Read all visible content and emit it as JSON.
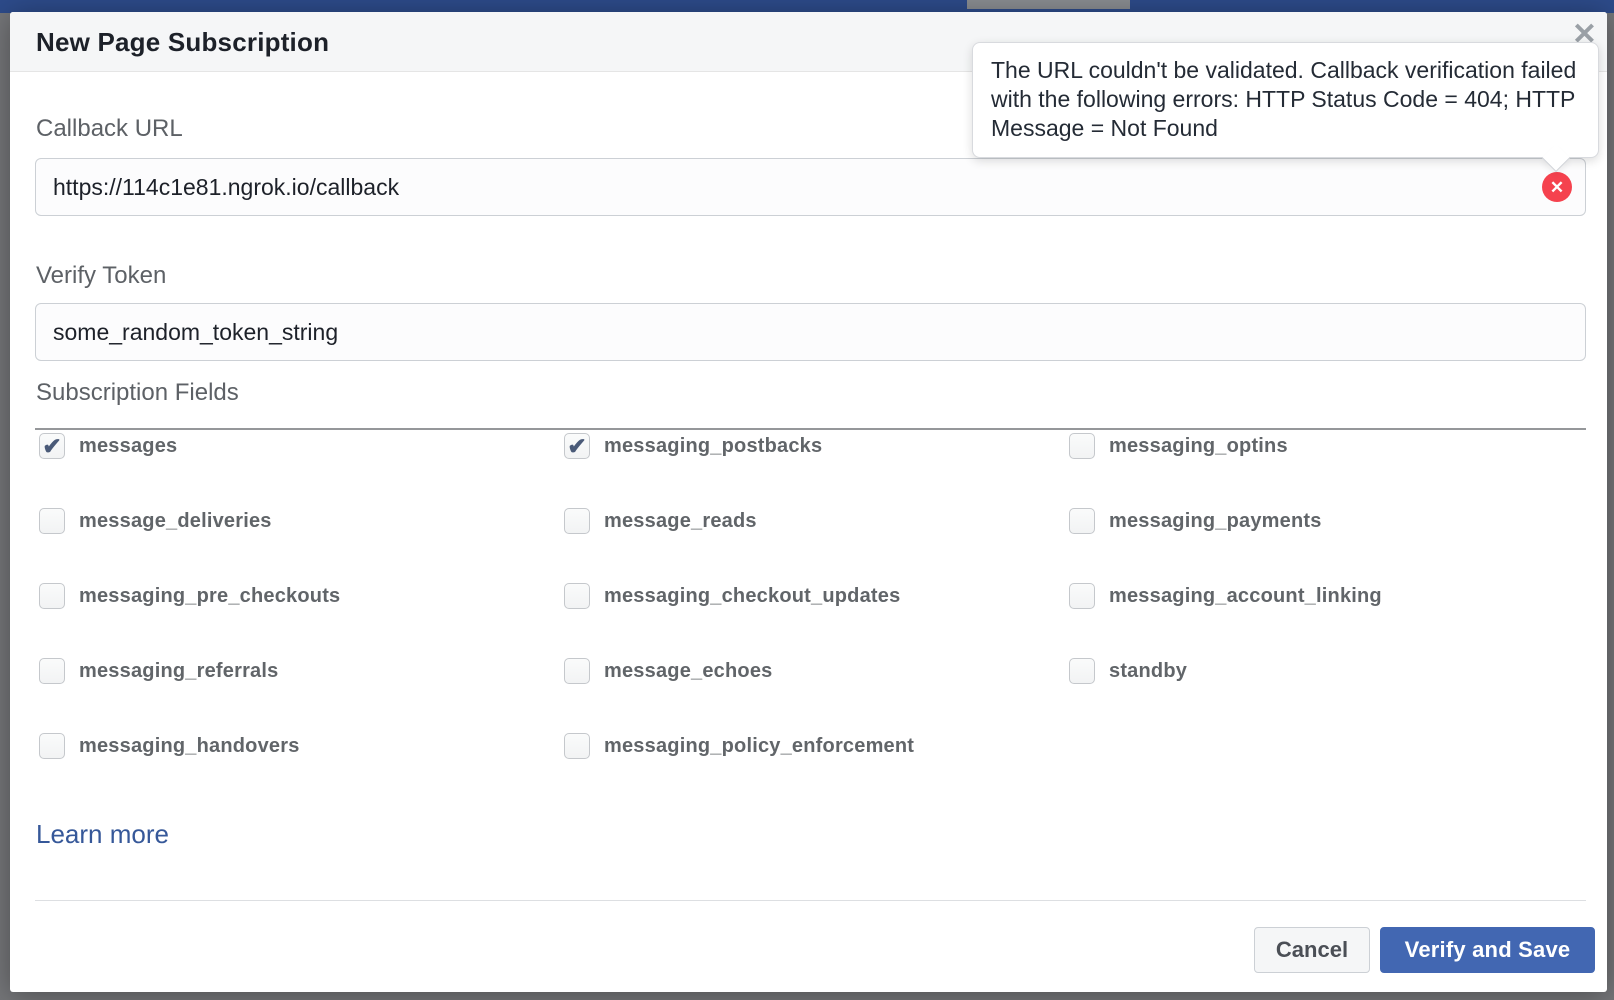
{
  "chrome": {
    "topbar_color": "#2d4b8a"
  },
  "modal": {
    "title": "New Page Subscription",
    "close_icon": "✕",
    "tooltip": {
      "text": "The URL couldn't be validated. Callback verification failed with the following errors: HTTP Status Code = 404; HTTP Message = Not Found"
    },
    "fields": {
      "callback_url": {
        "label": "Callback URL",
        "value": "https://114c1e81.ngrok.io/callback",
        "error_icon": "✕"
      },
      "verify_token": {
        "label": "Verify Token",
        "value": "some_random_token_string"
      }
    },
    "subscription": {
      "label": "Subscription Fields",
      "check_glyph": "✔",
      "items": [
        {
          "label": "messages",
          "checked": true
        },
        {
          "label": "messaging_postbacks",
          "checked": true
        },
        {
          "label": "messaging_optins",
          "checked": false
        },
        {
          "label": "message_deliveries",
          "checked": false
        },
        {
          "label": "message_reads",
          "checked": false
        },
        {
          "label": "messaging_payments",
          "checked": false
        },
        {
          "label": "messaging_pre_checkouts",
          "checked": false
        },
        {
          "label": "messaging_checkout_updates",
          "checked": false
        },
        {
          "label": "messaging_account_linking",
          "checked": false
        },
        {
          "label": "messaging_referrals",
          "checked": false
        },
        {
          "label": "message_echoes",
          "checked": false
        },
        {
          "label": "standby",
          "checked": false
        },
        {
          "label": "messaging_handovers",
          "checked": false
        },
        {
          "label": "messaging_policy_enforcement",
          "checked": false
        }
      ]
    },
    "learn_more_label": "Learn more",
    "footer": {
      "cancel_label": "Cancel",
      "submit_label": "Verify and Save"
    },
    "colors": {
      "accent_blue": "#4267b2",
      "link_blue": "#365899",
      "error_red": "#f5424e",
      "check_navy": "#4a5a78",
      "topbar_blue": "#2d4b8a"
    }
  }
}
